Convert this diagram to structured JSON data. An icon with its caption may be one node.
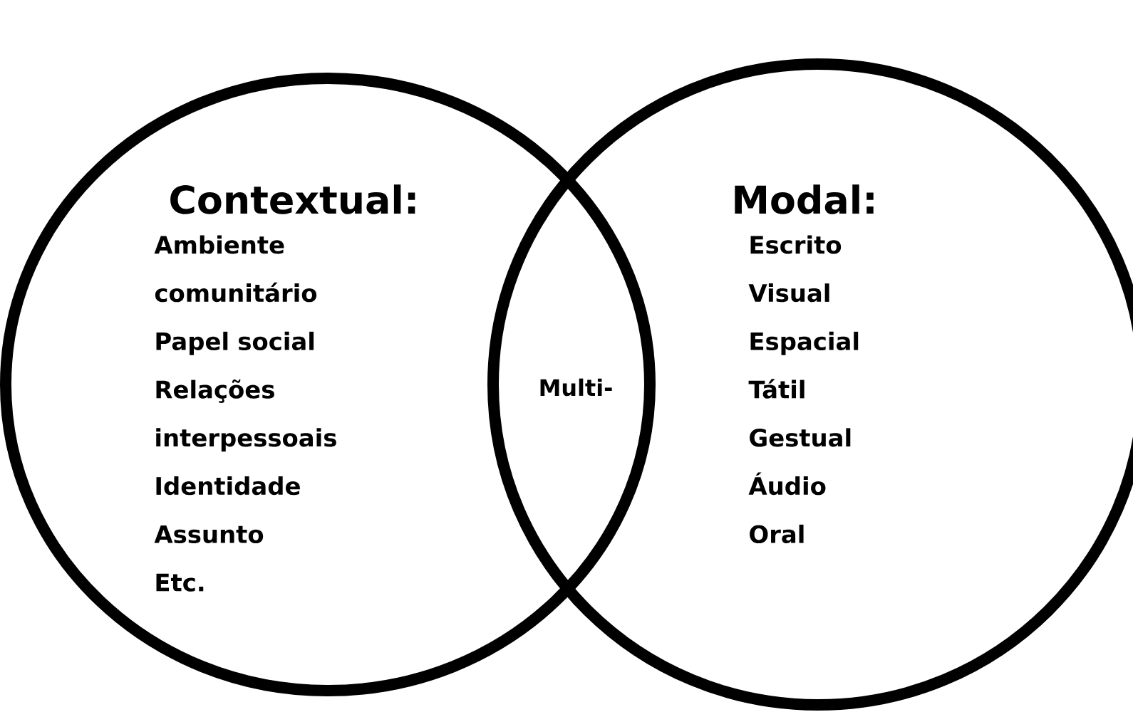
{
  "diagram": {
    "nodes": [
      {
        "text": [
          "Contextual:",
          "Ambiente comunitário",
          "Papel social",
          "Relações interpessoais",
          "Identidade",
          "Assunto",
          "Etc."
        ]
      },
      {
        "text": [
          "Modal:",
          "Escrito",
          "Visual",
          "Espacial",
          "Tátil",
          "Gestual",
          "Áudio",
          "Oral"
        ]
      }
    ],
    "labels": [
      "Multi-"
    ]
  }
}
